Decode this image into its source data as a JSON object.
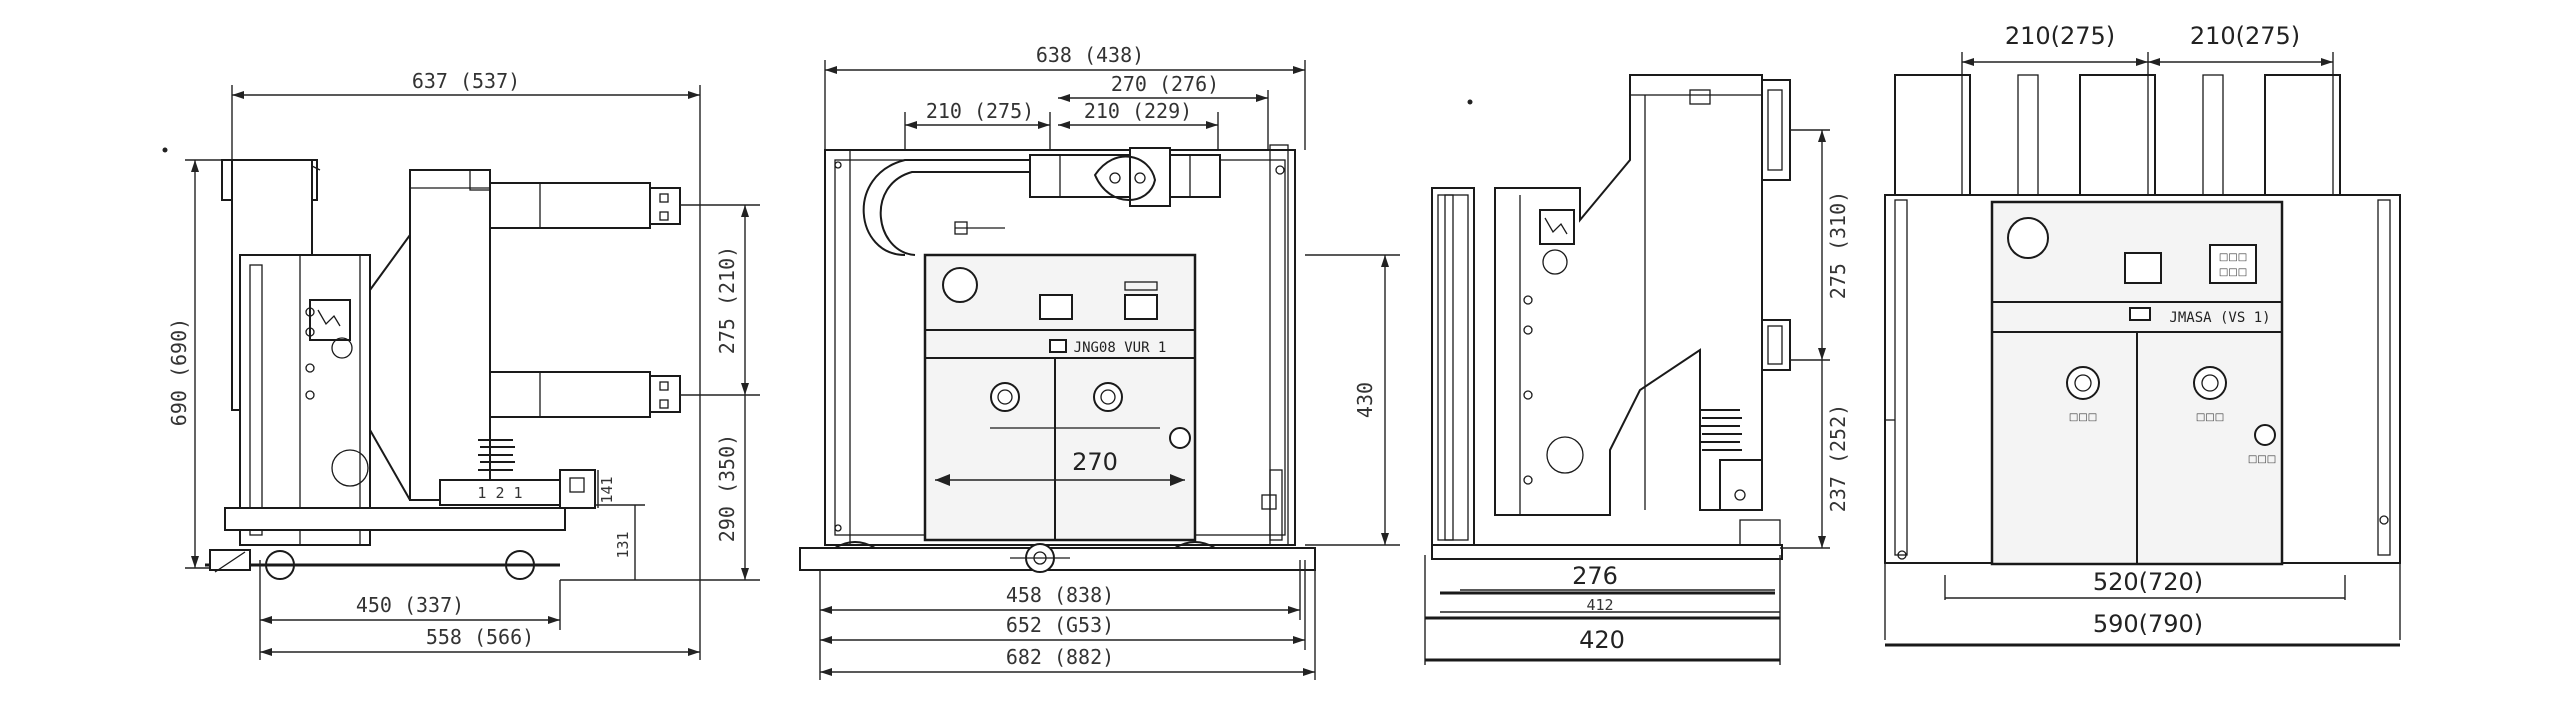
{
  "view1": {
    "width_top": "637 (537)",
    "height_total": "690 (690)",
    "pole_spacing": "275 (210)",
    "lower_height": "290 (350)",
    "small_v1": "141",
    "small_v2": "131",
    "wheel_base": "450 (337)",
    "base_length": "558 (566)"
  },
  "view2": {
    "width_top": "638 (438)",
    "pole_pitch_right": "270 (276)",
    "pole_pitch_left": "210 (275)",
    "pole_pitch_mid": "210 (229)",
    "nameplate": "JNG08 VUR 1",
    "inner_width": "270",
    "depth_right": "430",
    "bottom_1": "458 (838)",
    "bottom_2": "652 (G53)",
    "bottom_3": "682 (882)"
  },
  "view3": {
    "upper_height": "275 (310)",
    "lower_height": "237 (252)",
    "width_1": "276",
    "width_2": "412",
    "width_3": "420"
  },
  "view4": {
    "pitch_left": "210(275)",
    "pitch_right": "210(275)",
    "nameplate": "JMASA (VS 1)",
    "width_inner": "520(720)",
    "width_outer": "590(790)"
  }
}
